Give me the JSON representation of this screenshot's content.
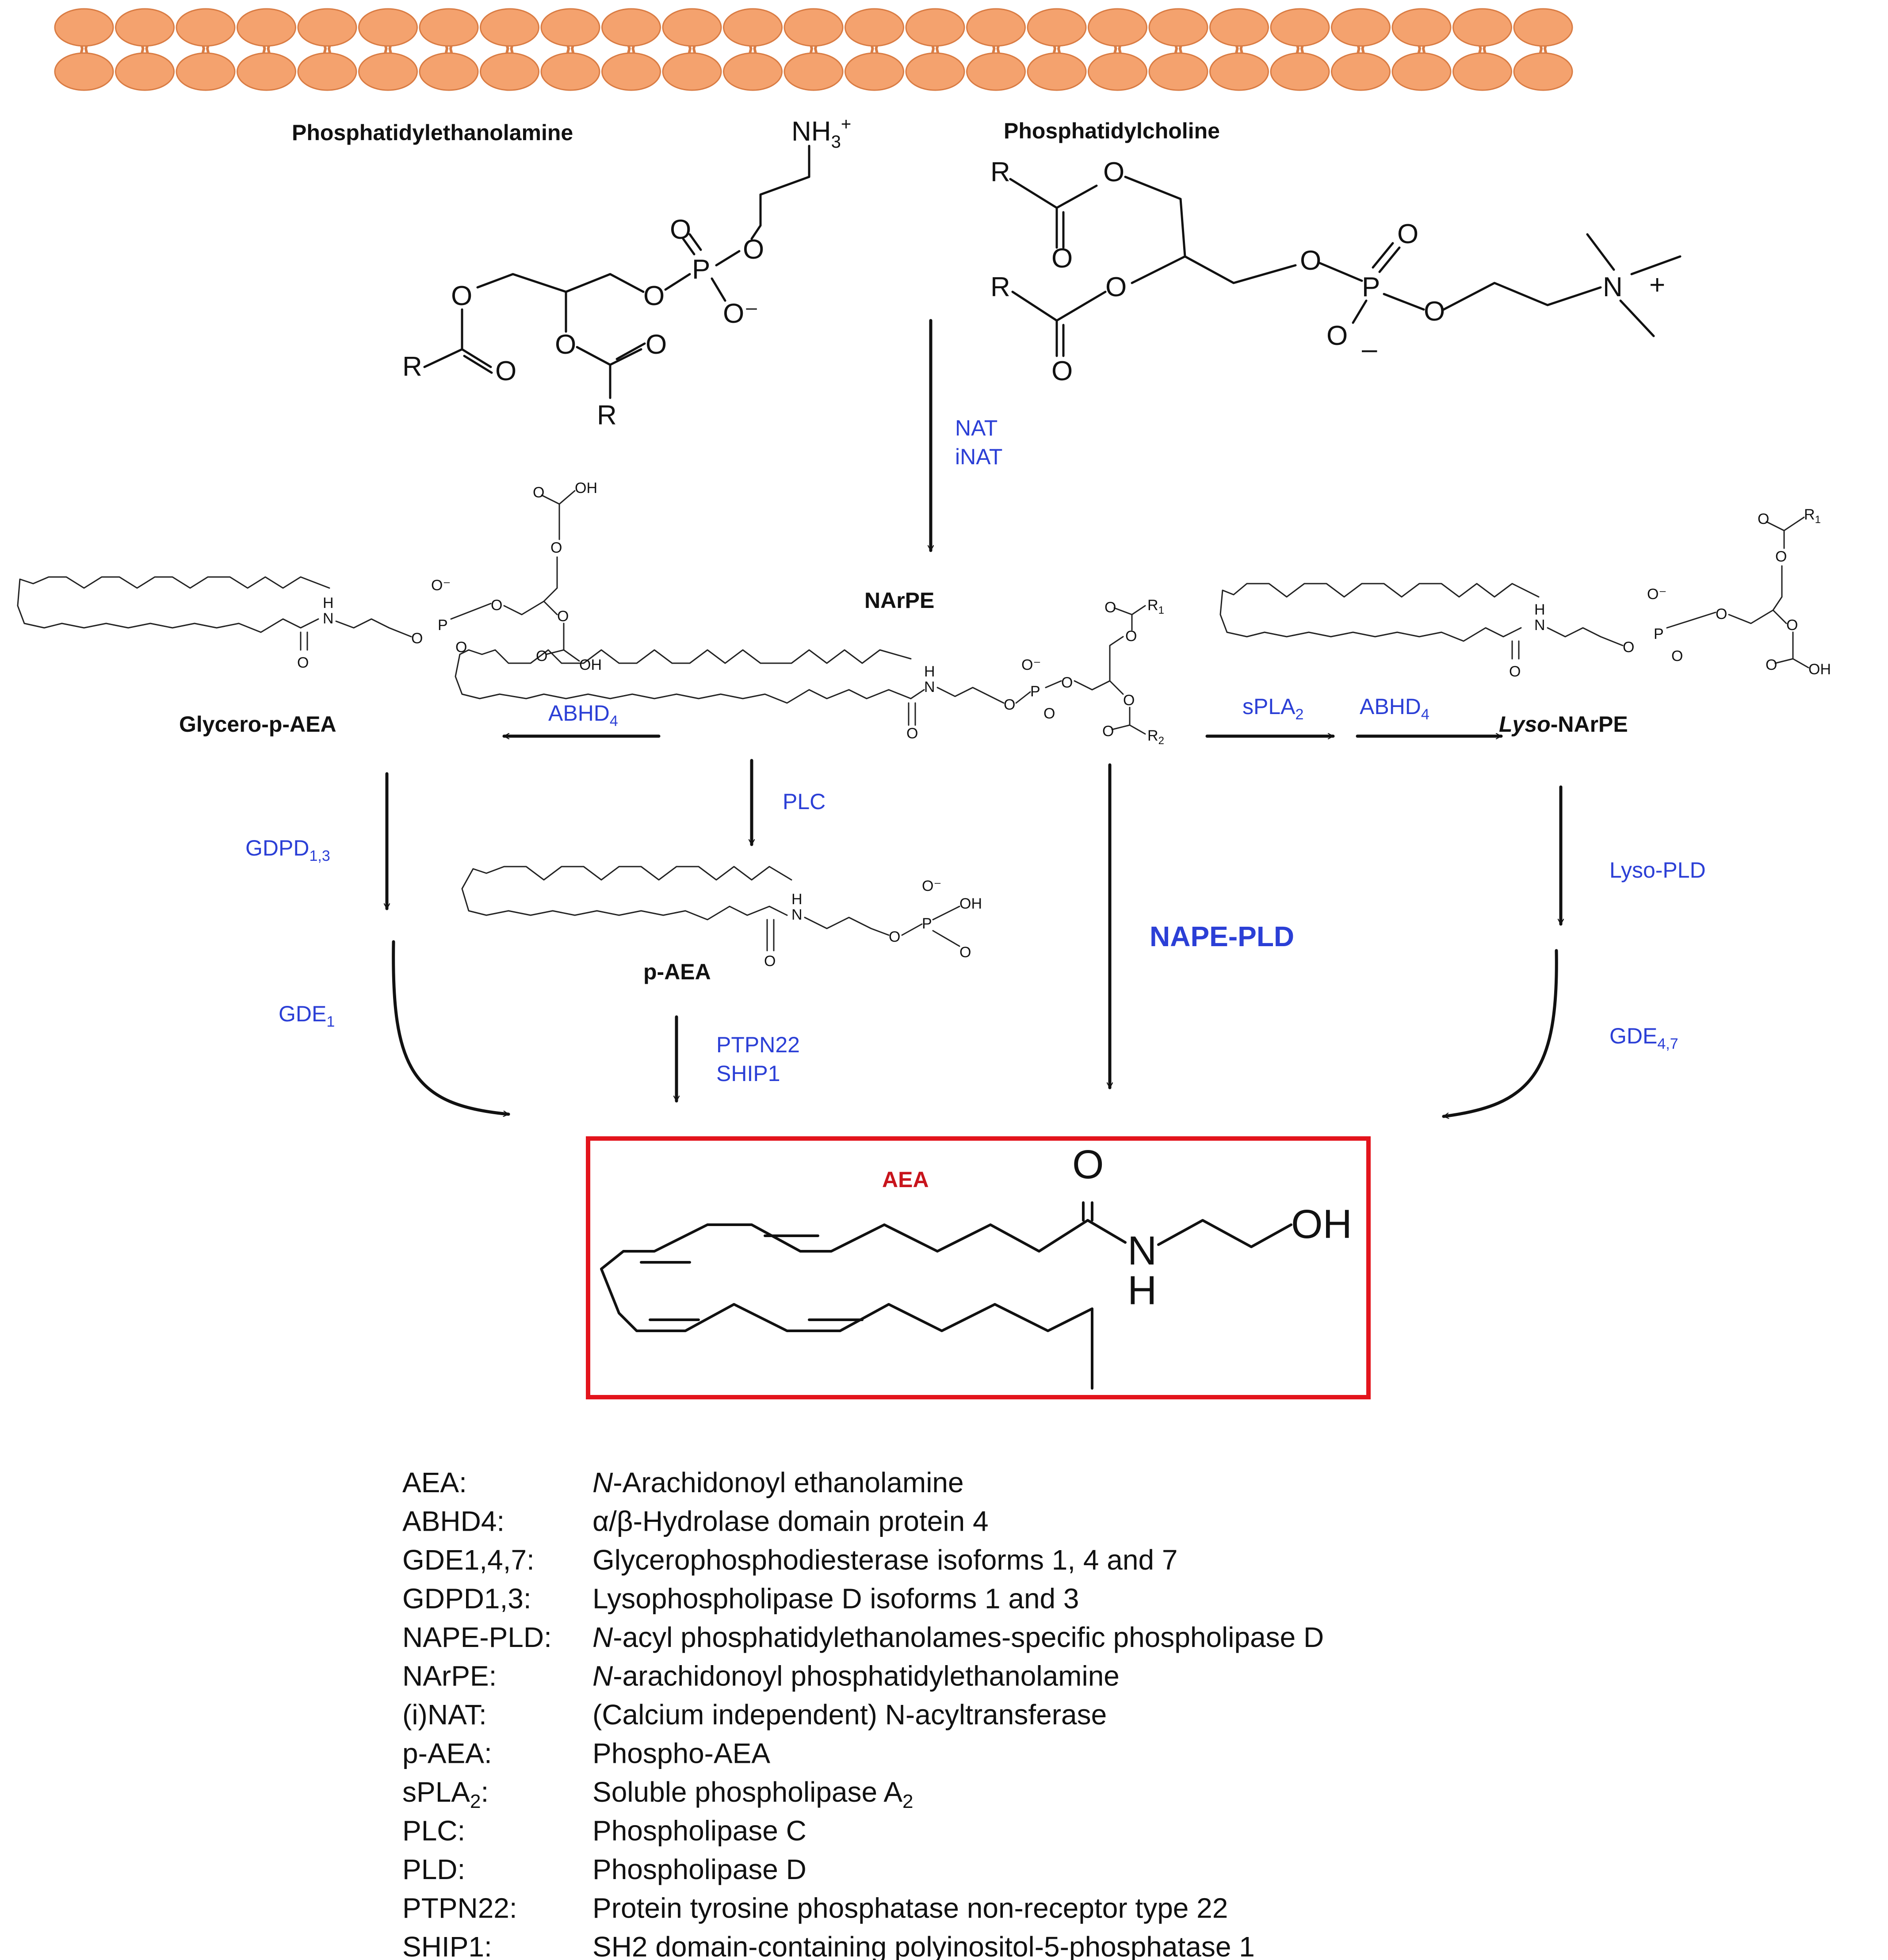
{
  "membrane": {
    "head_count": 25
  },
  "molecules": {
    "pe": "Phosphatidylethanolamine",
    "pc": "Phosphatidylcholine",
    "narpe": "NArPE",
    "glycero": "Glycero-p-AEA",
    "lyso_pre": "Lyso",
    "lyso_post": "-NArPE",
    "paea": "p-AEA",
    "aea": "AEA"
  },
  "enzymes": {
    "nat": "NAT",
    "inat": "iNAT",
    "abhd4_left": "ABHD",
    "abhd4_left_sub": "4",
    "spla2": "sPLA",
    "spla2_sub": "2",
    "abhd4_right": "ABHD",
    "abhd4_right_sub": "4",
    "plc": "PLC",
    "gdpd": "GDPD",
    "gdpd_sub": "1,3",
    "gde1": "GDE",
    "gde1_sub": "1",
    "ptpn22": "PTPN22",
    "ship1": "SHIP1",
    "nape_pld": "NAPE-PLD",
    "lyso_pld": "Lyso-PLD",
    "gde47": "GDE",
    "gde47_sub": "4,7"
  },
  "atoms": {
    "o": "O",
    "oh": "OH",
    "h": "H",
    "n": "N",
    "nh": "H",
    "nh3": "NH",
    "sub3": "3",
    "plus": "+",
    "p": "P",
    "r": "R",
    "r1": "R",
    "r1_sub": "1",
    "r2": "R",
    "r2_sub": "2",
    "minus": "–",
    "ominus": "O⁻"
  },
  "glossary": [
    {
      "abbr": "AEA:",
      "def_italic": "N",
      "def": "-Arachidonoyl ethanolamine"
    },
    {
      "abbr": "ABHD4:",
      "def_italic": "",
      "def": "α/β-Hydrolase domain protein 4"
    },
    {
      "abbr": "GDE1,4,7:",
      "def_italic": "",
      "def": "Glycerophosphodiesterase isoforms 1, 4 and 7"
    },
    {
      "abbr": "GDPD1,3:",
      "def_italic": "",
      "def": "Lysophospholipase D isoforms 1 and 3"
    },
    {
      "abbr": "NAPE-PLD:",
      "def_italic": "N",
      "def": "-acyl phosphatidylethanolames-specific phospholipase D"
    },
    {
      "abbr": "NArPE:",
      "def_italic": "N",
      "def": "-arachidonoyl phosphatidylethanolamine"
    },
    {
      "abbr": "(i)NAT:",
      "def_italic": "",
      "def": "(Calcium independent) N-acyltransferase"
    },
    {
      "abbr": "p-AEA:",
      "def_italic": "",
      "def": "Phospho-AEA"
    },
    {
      "abbr": "sPLA",
      "abbr_sub": "2",
      "abbr_post": ":",
      "def_italic": "",
      "def": "Soluble phospholipase A",
      "def_sub": "2"
    },
    {
      "abbr": "PLC:",
      "def_italic": "",
      "def": "Phospholipase C"
    },
    {
      "abbr": "PLD:",
      "def_italic": "",
      "def": "Phospholipase D"
    },
    {
      "abbr": "PTPN22:",
      "def_italic": "",
      "def": "Protein tyrosine phosphatase non-receptor type 22"
    },
    {
      "abbr": "SHIP1:",
      "def_italic": "",
      "def": "SH2 domain-containing polyinositol-5-phosphatase 1"
    }
  ]
}
